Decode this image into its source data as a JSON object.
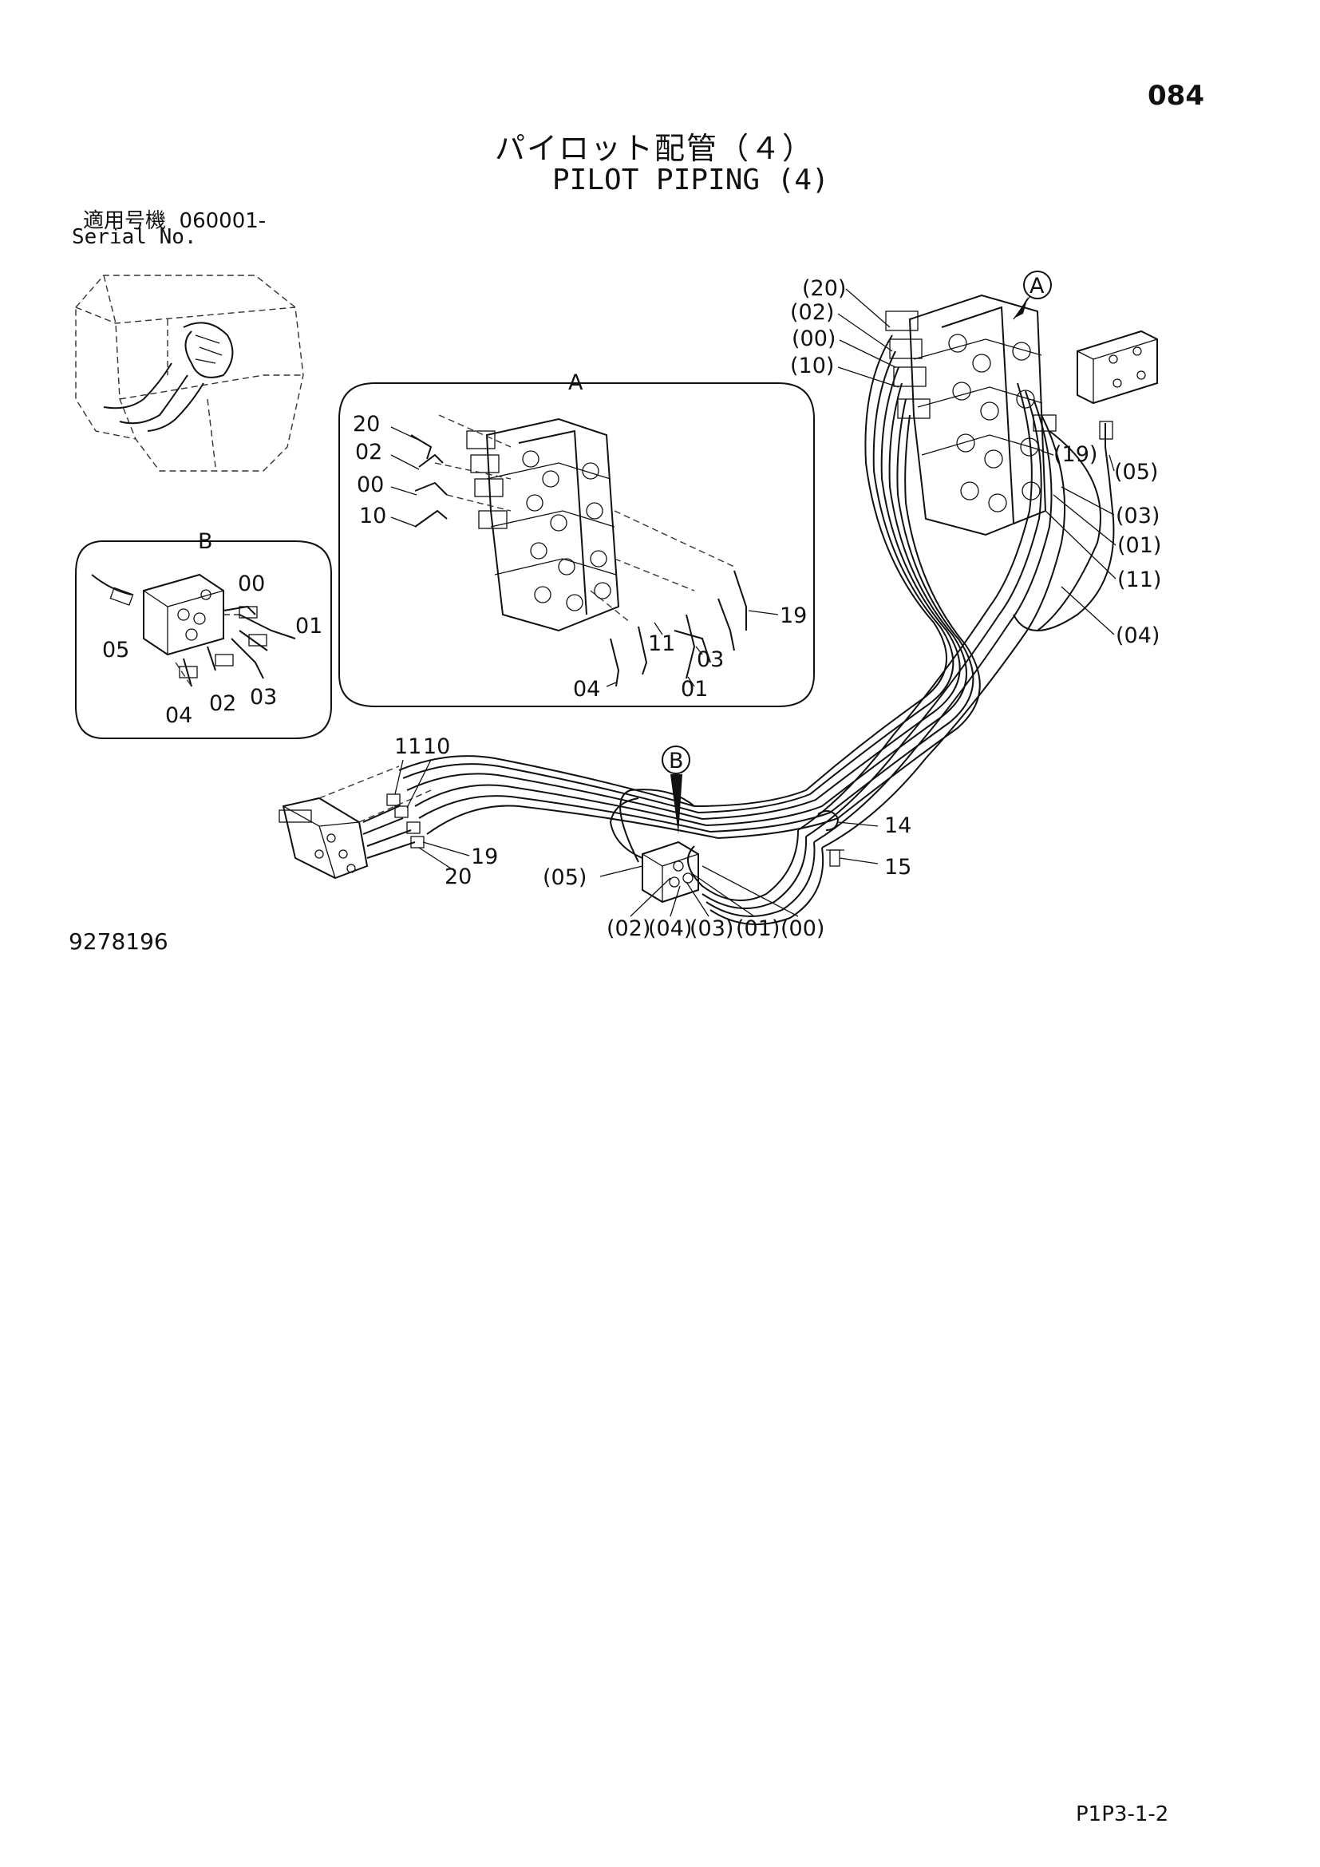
{
  "header": {
    "page_number": "084",
    "title_jp": "パイロット配管（４）",
    "title_en": "PILOT PIPING (4)",
    "serial_label_jp": "適用号機",
    "serial_value": "060001-",
    "serial_label_en": "Serial No."
  },
  "detail_a": {
    "title": "A",
    "labels": [
      "20",
      "02",
      "00",
      "10",
      "19",
      "11",
      "03",
      "04",
      "01"
    ]
  },
  "detail_b": {
    "title": "B",
    "labels": [
      "00",
      "01",
      "05",
      "02",
      "03",
      "04"
    ]
  },
  "main_view": {
    "callout_a": "A",
    "callout_b": "B",
    "valve_labels": [
      "(20)",
      "(02)",
      "(00)",
      "(10)"
    ],
    "right_labels": [
      "(19)",
      "(05)",
      "(03)",
      "(01)",
      "(11)",
      "(04)"
    ],
    "lower_left_labels": [
      "11",
      "10",
      "19",
      "20"
    ],
    "block_labels": [
      "(05)",
      "(02)",
      "(04)",
      "(03)",
      "(01)",
      "(00)"
    ],
    "parts": [
      "14",
      "15"
    ]
  },
  "footer": {
    "drawing_number": "9278196",
    "sheet_code": "P1P3-1-2"
  }
}
